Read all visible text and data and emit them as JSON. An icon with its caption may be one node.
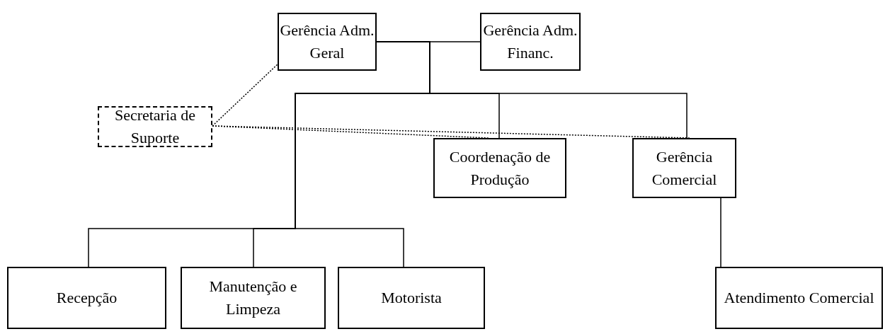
{
  "diagram": {
    "nodes": [
      {
        "text": [
          "Gerência Adm. Geral"
        ]
      },
      {
        "text": [
          "Gerência Adm. Financ."
        ]
      },
      {
        "text": [
          "Secretaria de Suporte"
        ]
      },
      {
        "text": [
          "Coordenação de Produção"
        ]
      },
      {
        "text": [
          "Gerência Comercial"
        ]
      },
      {
        "text": [
          "Recepção"
        ]
      },
      {
        "text": [
          "Manutenção e Limpeza"
        ]
      },
      {
        "text": [
          "Motorista"
        ]
      },
      {
        "text": [
          "Atendimento Comercial"
        ]
      }
    ],
    "edges": [
      {
        "from": 0,
        "to": 1,
        "arrow": "none"
      },
      {
        "from": 0,
        "to": 3,
        "arrow": "none"
      },
      {
        "from": 0,
        "to": 4,
        "arrow": "none"
      },
      {
        "from": 0,
        "to": 5,
        "arrow": "none"
      },
      {
        "from": 0,
        "to": 6,
        "arrow": "none"
      },
      {
        "from": 0,
        "to": 7,
        "arrow": "none"
      },
      {
        "from": 4,
        "to": 8,
        "arrow": "none"
      },
      {
        "from": 2,
        "to": 0,
        "arrow": "none",
        "style": "dashed"
      },
      {
        "from": 2,
        "to": 3,
        "arrow": "none",
        "style": "dashed"
      },
      {
        "from": 2,
        "to": 4,
        "arrow": "none",
        "style": "dashed"
      }
    ]
  }
}
